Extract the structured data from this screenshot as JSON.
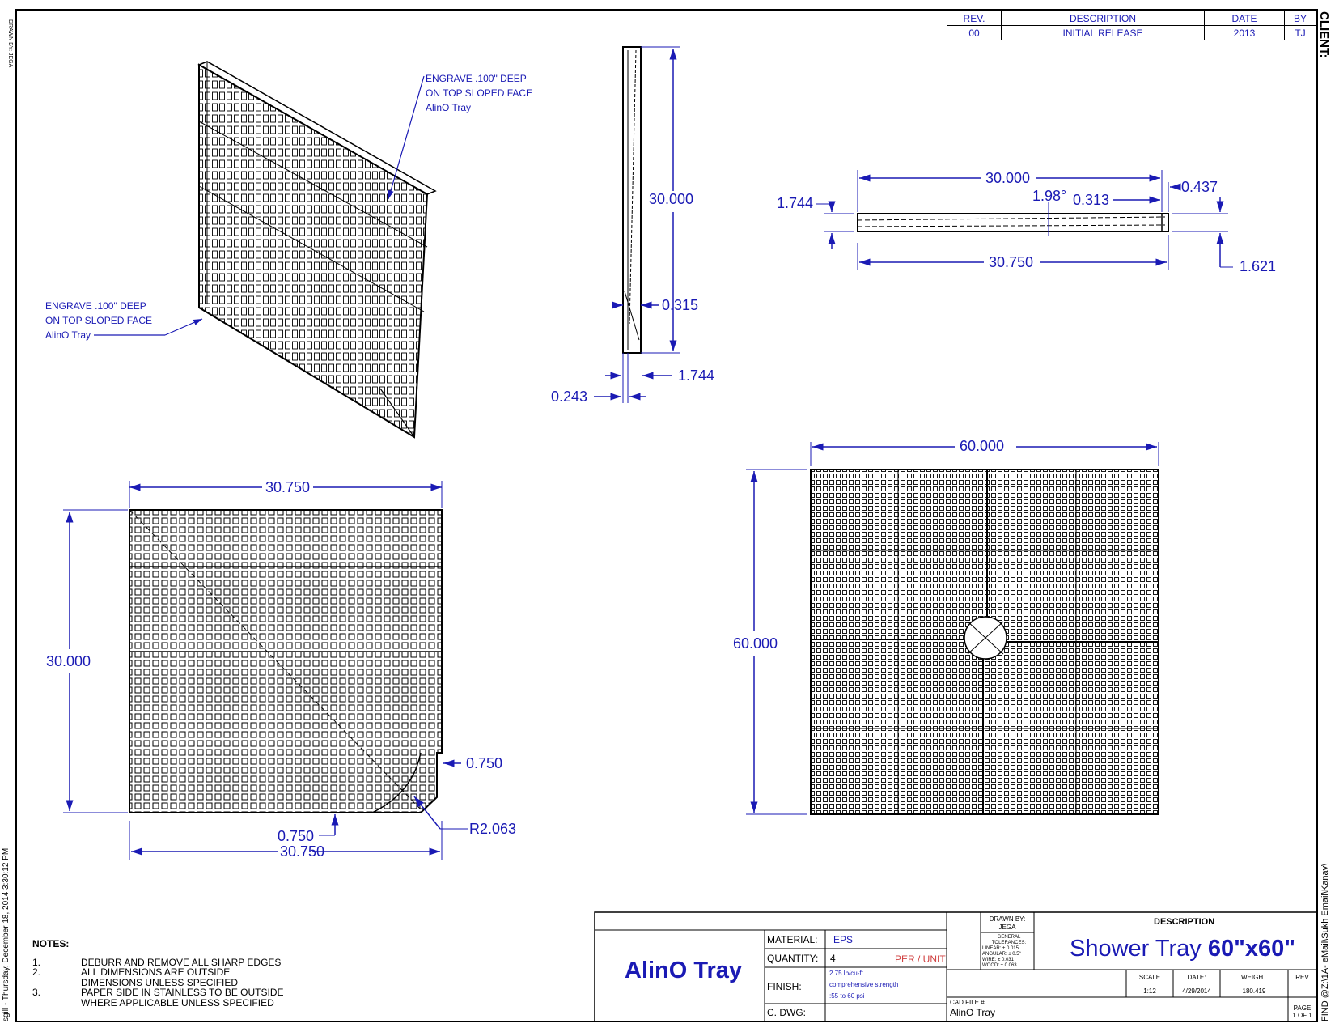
{
  "client_label": "CLIENT:",
  "drawn_by_side": "DRAWN BY: JEGA",
  "plot_stamp": "sgill - Thursday, December 18, 2014 3:30:12 PM",
  "find_path": "FIND @Z:\\1A- eMail\\Sukh Email\\Kanav\\",
  "revision_table": {
    "headers": [
      "REV.",
      "DESCRIPTION",
      "DATE",
      "BY"
    ],
    "row": [
      "00",
      "INITIAL RELEASE",
      "2013",
      "TJ"
    ]
  },
  "callouts": {
    "iso_right": [
      "ENGRAVE .100\" DEEP",
      "ON TOP SLOPED FACE",
      "AlinO Tray"
    ],
    "iso_left": [
      "ENGRAVE .100\" DEEP",
      "ON TOP SLOPED FACE",
      "AlinO Tray"
    ]
  },
  "dimensions": {
    "side_height": "30.000",
    "side_0315": "0.315",
    "side_1744": "1.744",
    "side_0243": "0.243",
    "sec_30000": "30.000",
    "sec_angle": "1.98°",
    "sec_0313": "0.313",
    "sec_0437": "0.437",
    "sec_1744": "1.744",
    "sec_30750": "30.750",
    "sec_1621": "1.621",
    "plan_top": "30.750",
    "plan_left": "30.000",
    "plan_0750_right": "0.750",
    "plan_0750_bottom": "0.750",
    "plan_bottom": "30.750",
    "plan_radius": "R2.063",
    "assy_top": "60.000",
    "assy_left": "60.000"
  },
  "notes": {
    "heading": "NOTES:",
    "items": [
      {
        "num": "1.",
        "lines": [
          "DEBURR AND REMOVE ALL SHARP EDGES"
        ]
      },
      {
        "num": "2.",
        "lines": [
          "ALL DIMENSIONS ARE OUTSIDE",
          "DIMENSIONS UNLESS SPECIFIED"
        ]
      },
      {
        "num": "3.",
        "lines": [
          "PAPER SIDE IN STAINLESS TO BE OUTSIDE",
          "WHERE APPLICABLE UNLESS SPECIFIED"
        ]
      }
    ]
  },
  "title_block": {
    "company": "AlinO Tray",
    "material_label": "MATERIAL:",
    "material_value": "EPS",
    "quantity_label": "QUANTITY:",
    "quantity_value": "4",
    "per_unit": "PER / UNIT",
    "finish_label": "FINISH:",
    "finish_lines": [
      "2.75 lb/cu-ft",
      "comprehensive strength",
      ":55 to 60 psi"
    ],
    "cdwg_label": "C. DWG:",
    "drawn_by_label": "DRAWN BY:",
    "drawn_by_value": "JEGA",
    "tolerances": [
      "GENERAL",
      "TOLERANCES:",
      "LINEAR: ± 0.015",
      "ANGULAR: ± 0.5°",
      "WIRE: ± 0.031",
      "WOOD: ± 0.063"
    ],
    "description_label": "DESCRIPTION",
    "title_main": "Shower Tray ",
    "title_size": "60\"x60\"",
    "scale_label": "SCALE",
    "scale_value": "1:12",
    "date_label": "DATE:",
    "date_value": "4/29/2014",
    "weight_label": "WEIGHT",
    "weight_value": "180.419",
    "rev_label": "REV",
    "cad_label": "CAD FILE #",
    "cad_value": "AlinO Tray",
    "page_label": "PAGE",
    "page_value": "1 OF 1"
  },
  "colors": {
    "dimension": "#1a1ab4",
    "line": "#000000",
    "per_unit": "#d04040"
  }
}
